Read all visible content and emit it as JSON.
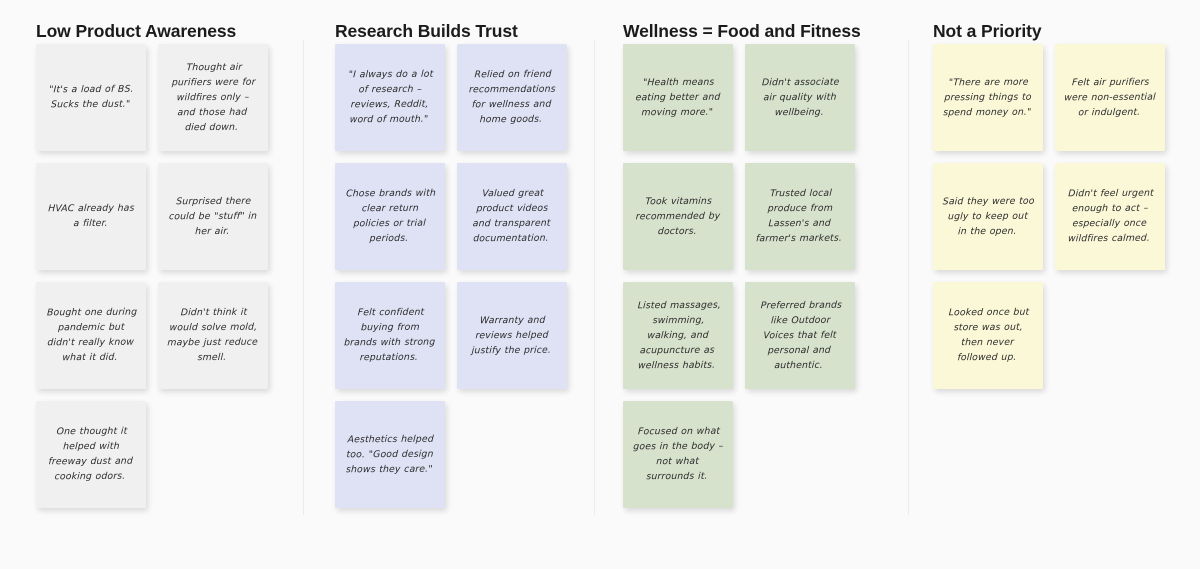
{
  "board": {
    "background_color": "#fafafa",
    "columns": [
      {
        "title": "Low Product Awareness",
        "color": "#f0f0f0",
        "color_name": "gray",
        "notes": [
          "\"It's a load of BS. Sucks the dust.\"",
          "Thought air purifiers were for wildfires only – and those had died down.",
          "HVAC already has a filter.",
          "Surprised there could be \"stuff\" in her air.",
          "Bought one during pandemic but didn't really know what it did.",
          "Didn't think it would solve mold, maybe just reduce smell.",
          "One thought it helped with freeway dust and cooking odors."
        ]
      },
      {
        "title": "Research Builds Trust",
        "color": "#dfe2f5",
        "color_name": "blue",
        "notes": [
          "\"I always do a lot of research – reviews, Reddit, word of mouth.\"",
          "Relied on friend recommendations for wellness and home goods.",
          "Chose brands with clear return policies or trial periods.",
          "Valued great product videos and transparent documentation.",
          "Felt confident buying from brands with strong reputations.",
          "Warranty and reviews helped justify the price.",
          "Aesthetics helped too. \"Good design shows they care.\""
        ]
      },
      {
        "title": "Wellness = Food and Fitness",
        "color": "#d7e2cd",
        "color_name": "green",
        "notes": [
          "\"Health means eating better and moving more.\"",
          "Didn't associate air quality with wellbeing.",
          "Took vitamins recommended by doctors.",
          "Trusted local produce from Lassen's and farmer's markets.",
          "Listed massages, swimming, walking, and acupuncture as wellness habits.",
          "Preferred brands like Outdoor Voices that felt personal and authentic.",
          "Focused on what goes in the body – not what surrounds it."
        ]
      },
      {
        "title": "Not a Priority",
        "color": "#fbf8d8",
        "color_name": "yellow",
        "notes": [
          "\"There are more pressing things to spend money on.\"",
          "Felt air purifiers were non-essential or indulgent.",
          "Said they were too ugly to keep out in the open.",
          "Didn't feel urgent enough to act – especially once wildfires calmed.",
          "Looked once but store was out, then never followed up."
        ]
      }
    ]
  }
}
